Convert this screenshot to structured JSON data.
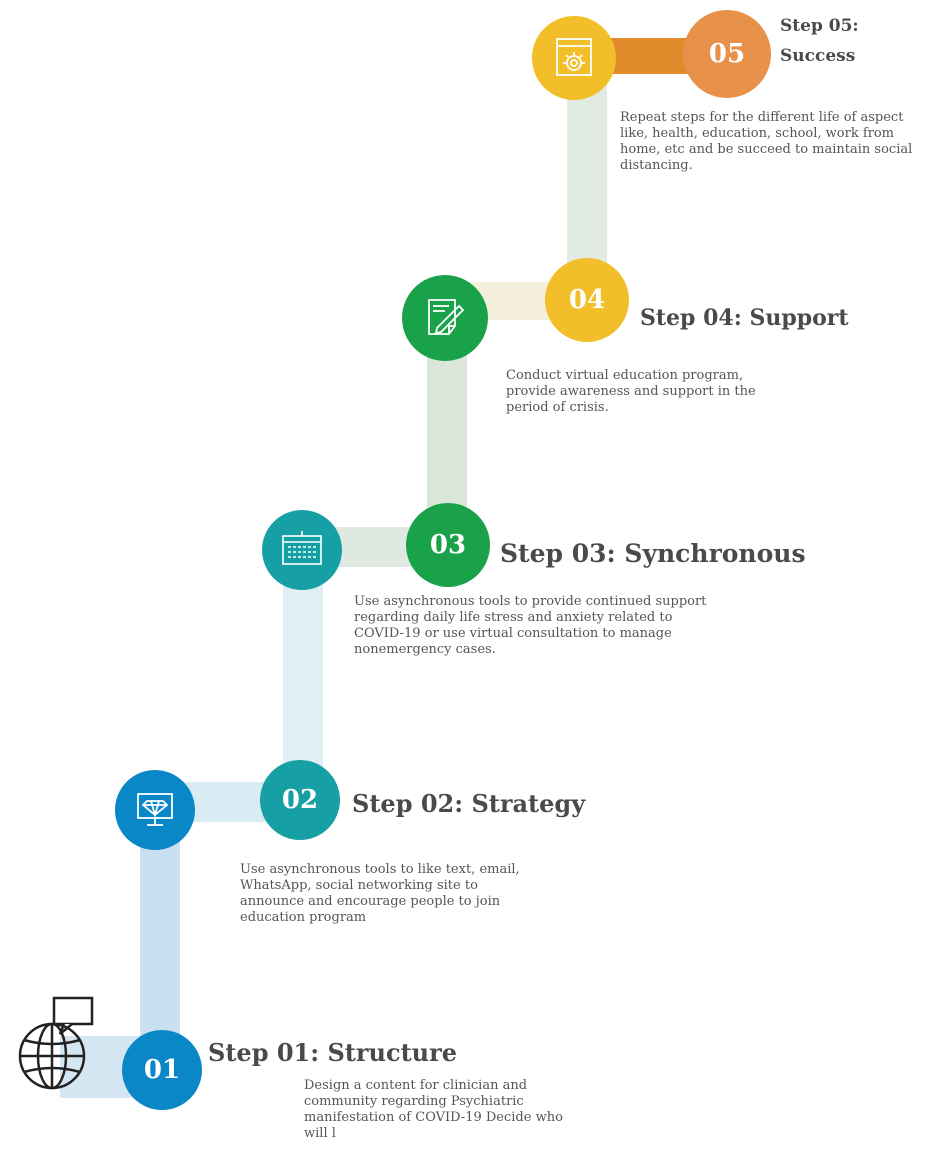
{
  "steps": [
    {
      "number": "01",
      "title": "Step 01: Structure",
      "description": "Design a content for clinician and community regarding Psychiatric manifestation of COVID-19 Decide who will l",
      "color": "#0a87c6",
      "icon": "globe-speech-icon"
    },
    {
      "number": "02",
      "title": "Step 02: Strategy",
      "description": "Use asynchronous tools to like text, email, WhatsApp, social networking site to announce and encourage people to join education program",
      "color": "#16a0a6",
      "icon": "monitor-diamond-icon"
    },
    {
      "number": "03",
      "title": "Step 03: Synchronous",
      "description": "Use asynchronous tools to provide continued support regarding daily life stress and anxiety related to COVID-19 or use virtual consultation to manage nonemergency cases.",
      "color": "#1aa24a",
      "icon": "window-list-icon"
    },
    {
      "number": "04",
      "title": "Step 04: Support",
      "description": "Conduct virtual education program, provide awareness and support in the period of crisis.",
      "color": "#f2bf2a",
      "icon": "note-pencil-icon"
    },
    {
      "number": "05",
      "title_line1": "Step 05:",
      "title_line2": "Success",
      "description": "Repeat steps for the different life of aspect like, health, education, school, work from home, etc and be succeed to maintain social distancing.",
      "color": "#e8914a",
      "icon": "browser-gear-icon"
    }
  ],
  "colors": {
    "blue": "#0a87c6",
    "teal": "#16a0a6",
    "green": "#1aa24a",
    "gold": "#f2bf2a",
    "orange": "#e8914a",
    "text": "#4a4a4a"
  }
}
